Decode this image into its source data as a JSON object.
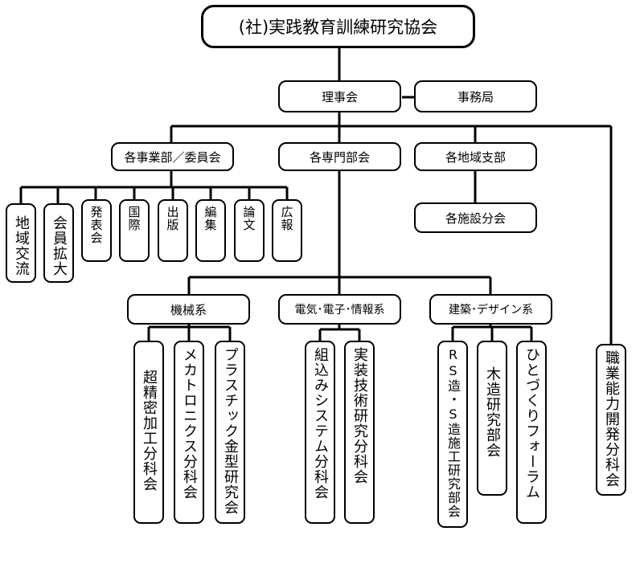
{
  "root": "(社)実践教育訓練研究協会",
  "board": "理事会",
  "secretariat": "事務局",
  "level2": {
    "business": "各事業部／委員会",
    "specialty": "各専門部会",
    "regional": "各地域支部"
  },
  "facility": "各施設分会",
  "committees": [
    "地域交流",
    "会員拡大",
    "発表会",
    "国際",
    "出版",
    "編集",
    "論文",
    "広報"
  ],
  "fields": {
    "mech": "機械系",
    "elec": "電気･電子･情報系",
    "arch": "建築･デザイン系"
  },
  "mech_groups": [
    "超精密加工分科会",
    "メカトロニクス分科会",
    "プラスチック金型研究会"
  ],
  "elec_groups": [
    "組込みシステム分科会",
    "実装技術研究分科会"
  ],
  "arch_groups": [
    "RS造・S造施工研究部会",
    "木造研究部会",
    "ひとづくりフォーラム"
  ],
  "vocational": "職業能力開発分科会"
}
